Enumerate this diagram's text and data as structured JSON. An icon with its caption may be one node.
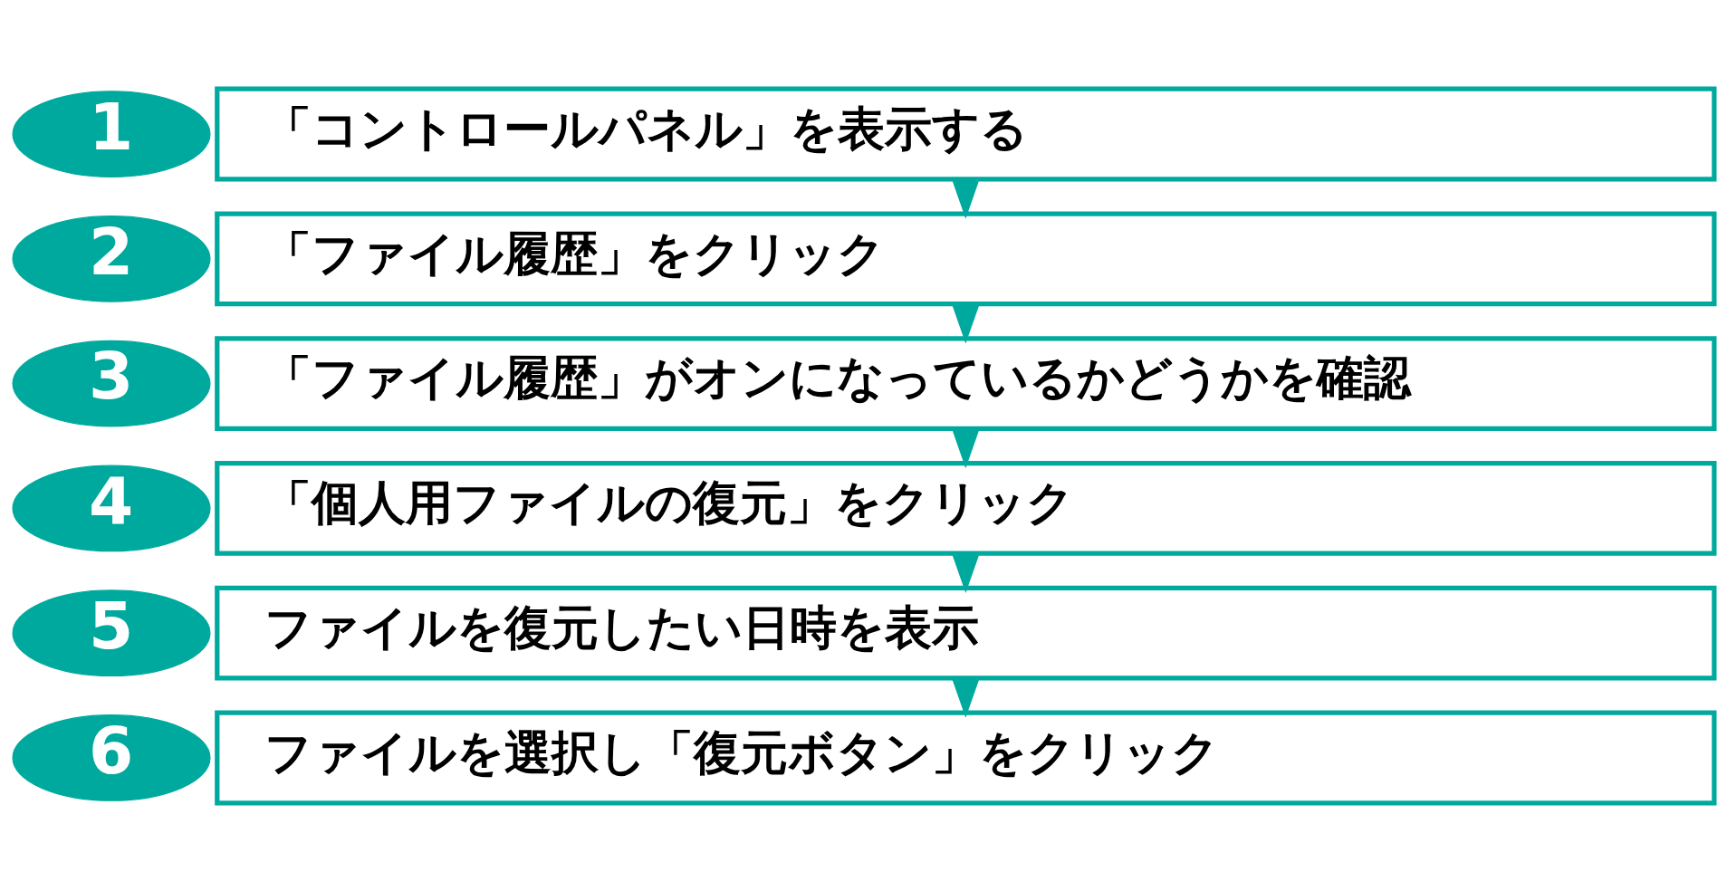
{
  "diagram": {
    "nodes": [
      {
        "text": [
          "1"
        ]
      },
      {
        "text": [
          "「コントロールパネル」を表示する"
        ]
      },
      {
        "text": [
          "2"
        ]
      },
      {
        "text": [
          "「ファイル履歴」をクリック"
        ]
      },
      {
        "text": [
          "3"
        ]
      },
      {
        "text": [
          "「ファイル履歴」がオンになっているかどうかを確認"
        ]
      },
      {
        "text": [
          "4"
        ]
      },
      {
        "text": [
          "「個人用ファイルの復元」をクリック"
        ]
      },
      {
        "text": [
          "5"
        ]
      },
      {
        "text": [
          "ファイルを復元したい日時を表示"
        ]
      },
      {
        "text": [
          "6"
        ]
      },
      {
        "text": [
          "ファイルを選択し「復元ボタン」をクリック"
        ]
      }
    ],
    "edges": [
      {
        "from": 1,
        "to": 3,
        "arrow": "to"
      },
      {
        "from": 3,
        "to": 5,
        "arrow": "to"
      },
      {
        "from": 5,
        "to": 7,
        "arrow": "to"
      },
      {
        "from": 7,
        "to": 9,
        "arrow": "to"
      },
      {
        "from": 9,
        "to": 11,
        "arrow": "to"
      }
    ]
  }
}
